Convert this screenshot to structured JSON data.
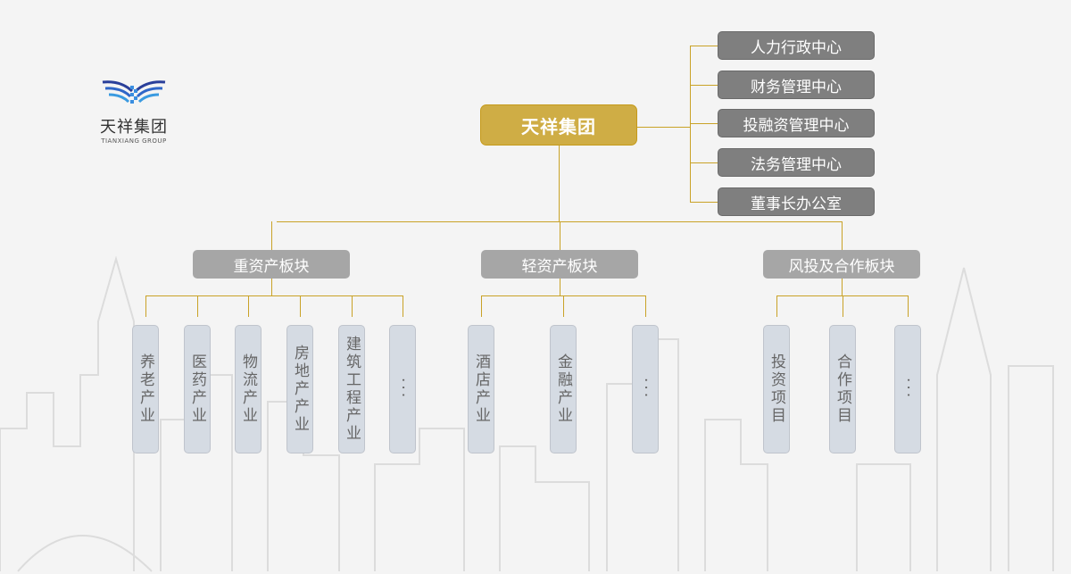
{
  "logo": {
    "name_cn": "天祥集团",
    "name_en": "TIANXIANG GROUP"
  },
  "root": {
    "label": "天祥集团"
  },
  "departments": [
    "人力行政中心",
    "财务管理中心",
    "投融资管理中心",
    "法务管理中心",
    "董事长办公室"
  ],
  "sectors": [
    {
      "label": "重资产板块",
      "units": [
        "养老产业",
        "医药产业",
        "物流产业",
        "房地产产业",
        "建筑工程产业",
        "···"
      ]
    },
    {
      "label": "轻资产板块",
      "units": [
        "酒店产业",
        "金融产业",
        "···"
      ]
    },
    {
      "label": "风投及合作板块",
      "units": [
        "投资项目",
        "合作项目",
        "···"
      ]
    }
  ],
  "colors": {
    "root": "#cfad45",
    "department": "#7f7f7f",
    "sector": "#a6a6a6",
    "unit": "#d5dbe3",
    "connector": "#c9a227"
  }
}
